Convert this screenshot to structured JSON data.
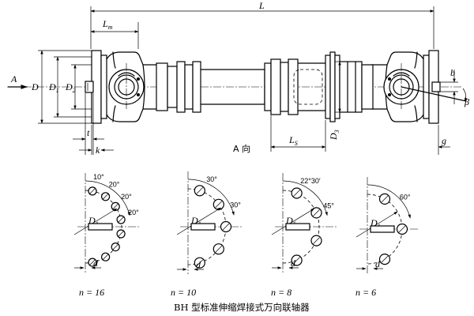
{
  "main_view": {
    "dim_L": "L",
    "dim_Lm": "L",
    "dim_Lm_sub": "m",
    "dim_Ls": "L",
    "dim_Ls_sub": "S",
    "dim_D": "D",
    "dim_D1": "D",
    "dim_D1_sub": "1",
    "dim_D2": "D",
    "dim_D2_sub": "2",
    "dim_D3": "D",
    "dim_D3_sub": "3",
    "dim_t": "t",
    "dim_k": "k",
    "dim_b": "b",
    "dim_g": "g",
    "dim_beta": "β",
    "arrow_A": "A",
    "view_label": "A 向"
  },
  "flange_patterns": [
    {
      "n_label": "n = 16",
      "angles": [
        "10°",
        "20°",
        "20°",
        "20°"
      ],
      "d1": "D",
      "d1_sub": "1",
      "d": "d",
      "bolt_holes": 16
    },
    {
      "n_label": "n = 10",
      "angles": [
        "30°",
        "30°"
      ],
      "d1": "D",
      "d1_sub": "1",
      "d": "d",
      "bolt_holes": 10
    },
    {
      "n_label": "n = 8",
      "angles": [
        "22°30′",
        "45°"
      ],
      "d1": "D",
      "d1_sub": "1",
      "d": "d",
      "bolt_holes": 8
    },
    {
      "n_label": "n = 6",
      "angles": [
        "60°"
      ],
      "d1": "D",
      "d1_sub": "1",
      "d": "d",
      "bolt_holes": 6
    }
  ],
  "caption": "BH 型标准伸缩焊接式万向联轴器"
}
